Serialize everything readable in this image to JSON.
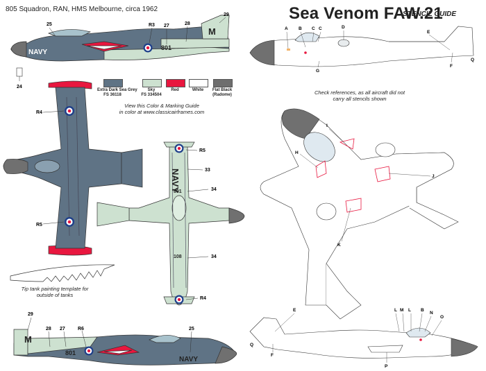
{
  "header": {
    "caption": "805 Squadron, RAN, HMS Melbourne, circa 1962",
    "title": "Sea Venom FAW.21",
    "subtitle": "STENCIL GUIDE"
  },
  "colors": {
    "dark_sea_grey": "#5f7385",
    "sky": "#cde1d0",
    "red": "#e8173f",
    "white": "#ffffff",
    "flat_black": "#707070"
  },
  "swatches": [
    {
      "label_line1": "Extra Dark Sea Grey",
      "label_line2": "FS 36118",
      "color": "#5f7385"
    },
    {
      "label_line1": "Sky",
      "label_line2": "FS 334504",
      "color": "#cde1d0"
    },
    {
      "label_line1": "Red",
      "label_line2": "",
      "color": "#e8173f"
    },
    {
      "label_line1": "White",
      "label_line2": "",
      "color": "#ffffff"
    },
    {
      "label_line1": "Flat Black",
      "label_line2": "(Radome)",
      "color": "#6e6e6e"
    }
  ],
  "notes": {
    "web_line1": "View this Color & Marking Guide",
    "web_line2": "in color at www.classicairframes.com",
    "stencil_line1": "Check references, as all aircraft did not",
    "stencil_line2": "carry all stencils shown",
    "template_line1": "Tip tank painting template for",
    "template_line2": "outside of tanks"
  },
  "markings": {
    "navy": "NAVY",
    "code_m": "M",
    "serial_801": "801",
    "serial_108": "108"
  },
  "callouts": {
    "n29": "29",
    "n25": "25",
    "r3": "R3",
    "n27": "27",
    "n28": "28",
    "n24": "24",
    "r4": "R4",
    "r5": "R5",
    "n33": "33",
    "n34": "34",
    "r6": "R6"
  },
  "stencil_letters": {
    "a": "A",
    "b": "B",
    "c": "C",
    "d": "D",
    "e": "E",
    "f": "F",
    "g": "G",
    "h": "H",
    "i": "I",
    "j": "J",
    "k": "K",
    "l": "L",
    "m": "M",
    "n": "N",
    "o": "O",
    "p": "P",
    "q": "Q"
  }
}
